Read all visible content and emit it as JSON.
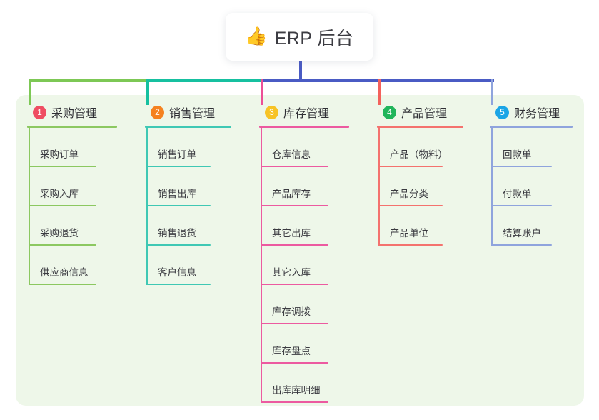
{
  "header": {
    "emoji": "👍",
    "emoji_name": "thumbs-up-emoji",
    "title": "ERP 后台"
  },
  "colors": {
    "panel_background": "#eef7e9",
    "page_background": "#ffffff",
    "title_text": "#3c3c42",
    "item_text": "#3a3a40",
    "trunk": "#4a5bc4",
    "bus_left": "#7dc855",
    "bus_mid": "#16c0a0",
    "bus_right": "#4a5bc4"
  },
  "columns": [
    {
      "index": "1",
      "title": "采购管理",
      "badge_color": "#ef4d62",
      "line_color": "#8cc861",
      "stub_color": "#7dc855",
      "items": [
        {
          "label": "采购订单"
        },
        {
          "label": "采购入库"
        },
        {
          "label": "采购退货"
        },
        {
          "label": "供应商信息"
        }
      ]
    },
    {
      "index": "2",
      "title": "销售管理",
      "badge_color": "#f58220",
      "line_color": "#3fc8b4",
      "stub_color": "#16c0a0",
      "items": [
        {
          "label": "销售订单"
        },
        {
          "label": "销售出库"
        },
        {
          "label": "销售退货"
        },
        {
          "label": "客户信息"
        }
      ]
    },
    {
      "index": "3",
      "title": "库存管理",
      "badge_color": "#f7c325",
      "line_color": "#ec5aa0",
      "stub_color": "#ec4f96",
      "items": [
        {
          "label": "仓库信息"
        },
        {
          "label": "产品库存"
        },
        {
          "label": "其它出库"
        },
        {
          "label": "其它入库"
        },
        {
          "label": "库存调拨"
        },
        {
          "label": "库存盘点"
        },
        {
          "label": "出库库明细"
        }
      ]
    },
    {
      "index": "4",
      "title": "产品管理",
      "badge_color": "#21b55b",
      "line_color": "#f4726e",
      "stub_color": "#f4615c",
      "items": [
        {
          "label": "产品（物料）"
        },
        {
          "label": "产品分类"
        },
        {
          "label": "产品单位"
        }
      ]
    },
    {
      "index": "5",
      "title": "财务管理",
      "badge_color": "#1ba5e6",
      "line_color": "#8fa4dd",
      "stub_color": "#8fa4dd",
      "items": [
        {
          "label": "回款单"
        },
        {
          "label": "付款单"
        },
        {
          "label": "结算账户"
        }
      ]
    }
  ]
}
